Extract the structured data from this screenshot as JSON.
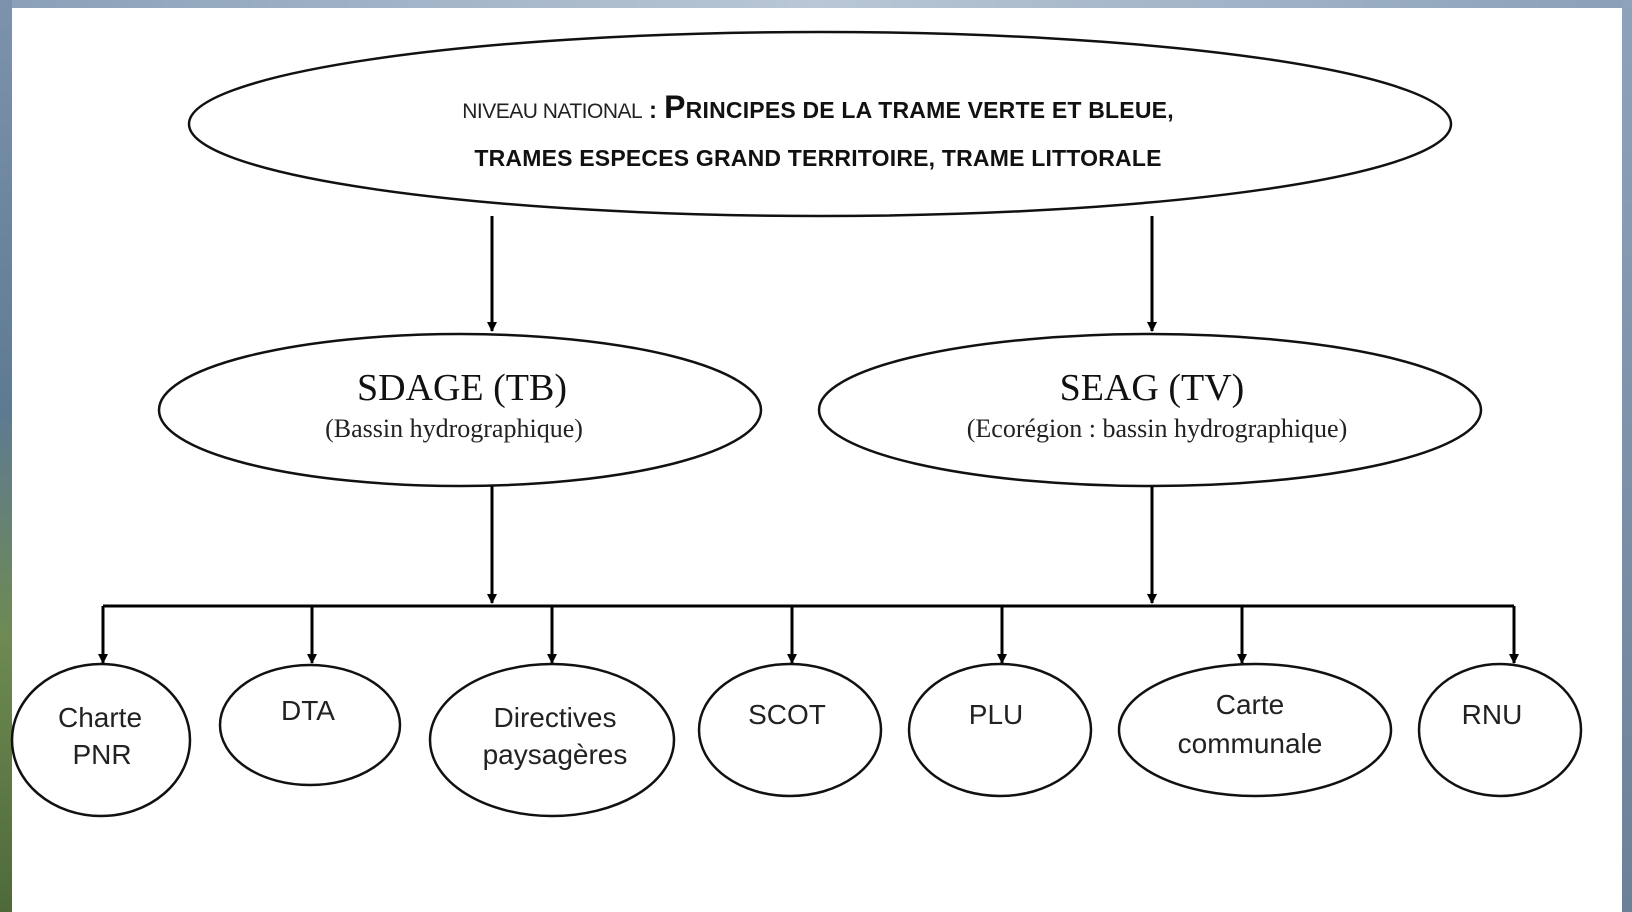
{
  "top_node": {
    "line1_prefix": "Niveau national",
    "line1_separator": " : ",
    "line1_main_initial": "P",
    "line1_main_rest": "rincipes de la trame verte et bleue,",
    "line2": "trames especes grand territoire, trame littorale"
  },
  "mid_nodes": {
    "left": {
      "title": "SDAGE (TB)",
      "subtitle": "(Bassin hydrographique)"
    },
    "right": {
      "title": "SEAG (TV)",
      "subtitle": "(Ecorégion : bassin hydrographique)"
    }
  },
  "leaf_nodes": {
    "n1": {
      "line1": "Charte",
      "line2": "PNR"
    },
    "n2": {
      "line1": "DTA"
    },
    "n3": {
      "line1": "Directives",
      "line2": "paysagères"
    },
    "n4": {
      "line1": "SCOT"
    },
    "n5": {
      "line1": "PLU"
    },
    "n6": {
      "line1": "Carte",
      "line2": "communale"
    },
    "n7": {
      "line1": "RNU"
    }
  }
}
